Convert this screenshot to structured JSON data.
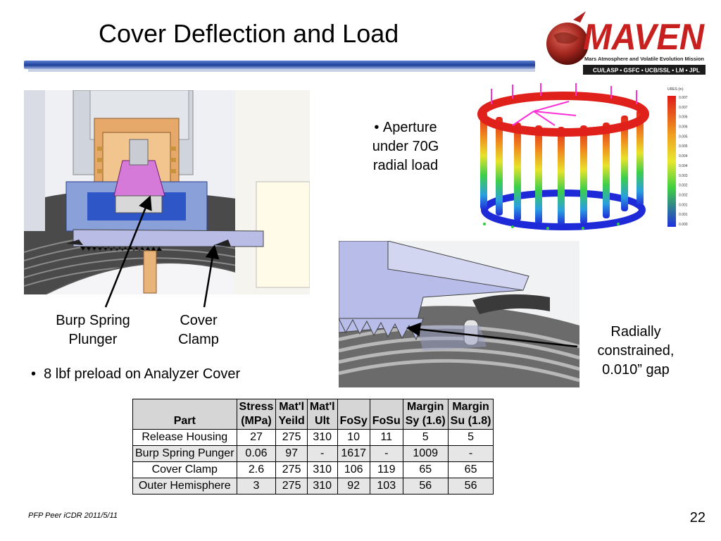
{
  "title": "Cover Deflection and Load",
  "logo": {
    "name": "MAVEN",
    "subtitle": "Mars Atmosphere and Volatile Evolution Mission",
    "partners": "CU/LASP • GSFC • UCB/SSL • LM • JPL"
  },
  "colorbar": {
    "unit": "URES (in)",
    "ticks": [
      "0.007",
      "0.007",
      "0.006",
      "0.006",
      "0.005",
      "0.005",
      "0.004",
      "0.004",
      "0.003",
      "0.002",
      "0.002",
      "0.001",
      "0.001",
      "0.000"
    ]
  },
  "labels": {
    "burp_spring": "Burp Spring Plunger",
    "cover_clamp": "Cover Clamp",
    "radial_gap": "Radially constrained, 0.010” gap"
  },
  "bullets": {
    "aperture": "Aperture under 70G radial load",
    "preload": "8 lbf preload on Analyzer Cover"
  },
  "table": {
    "headers": [
      [
        "",
        "Part"
      ],
      [
        "Stress",
        "(MPa)"
      ],
      [
        "Mat'l",
        "Yeild"
      ],
      [
        "Mat'l",
        "Ult"
      ],
      [
        "",
        "FoSy"
      ],
      [
        "",
        "FoSu"
      ],
      [
        "Margin",
        "Sy (1.6)"
      ],
      [
        "Margin",
        "Su (1.8)"
      ]
    ],
    "rows": [
      [
        "Release Housing",
        "27",
        "275",
        "310",
        "10",
        "11",
        "5",
        "5"
      ],
      [
        "Burp Spring Punger",
        "0.06",
        "97",
        "-",
        "1617",
        "-",
        "1009",
        "-"
      ],
      [
        "Cover Clamp",
        "2.6",
        "275",
        "310",
        "106",
        "119",
        "65",
        "65"
      ],
      [
        "Outer Hemisphere",
        "3",
        "275",
        "310",
        "92",
        "103",
        "56",
        "56"
      ]
    ]
  },
  "footer": "PFP Peer iCDR 2011/5/11",
  "page_number": "22"
}
